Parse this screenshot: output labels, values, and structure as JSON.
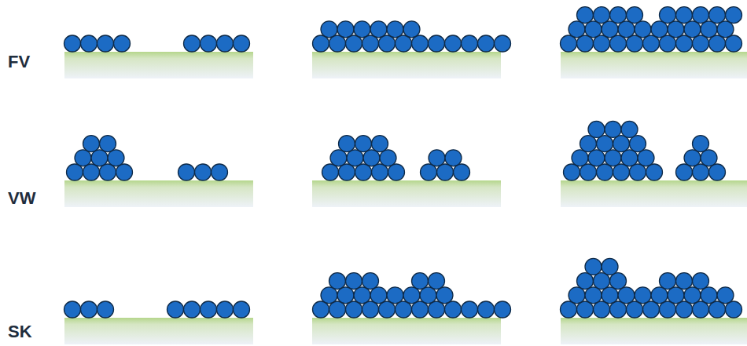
{
  "diagram": {
    "labels": [
      "FV",
      "VW",
      "SK"
    ]
  }
}
